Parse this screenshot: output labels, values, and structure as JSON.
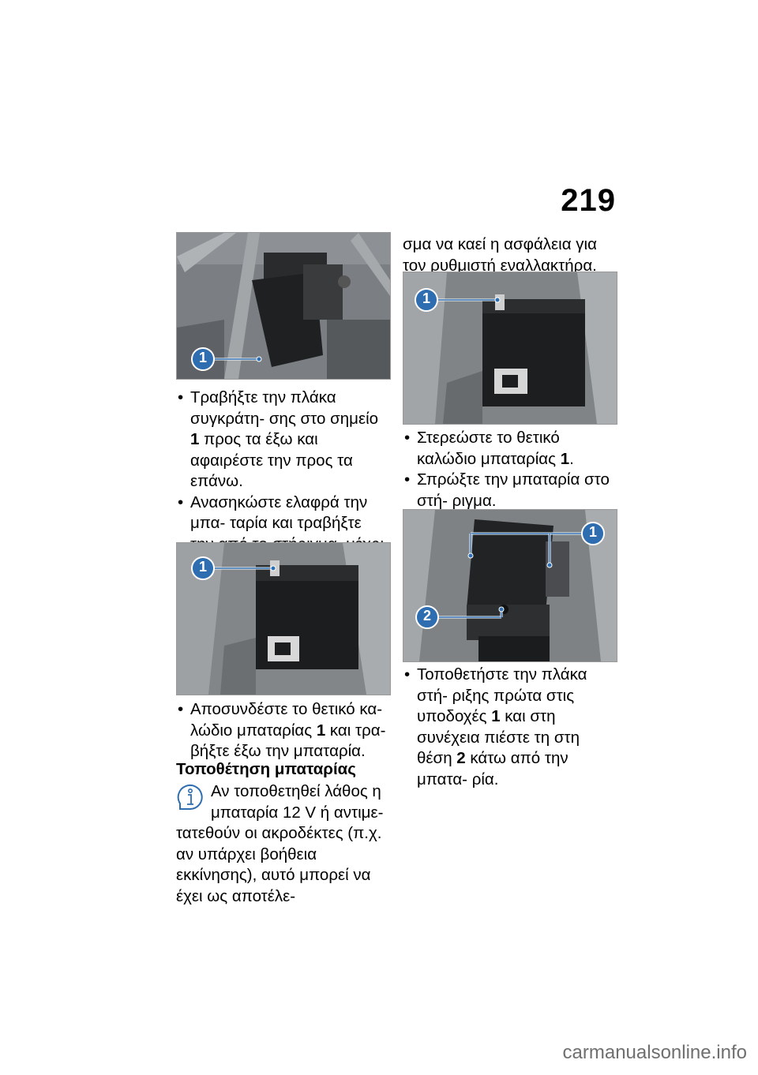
{
  "page": {
    "number": "219"
  },
  "left_column": {
    "photo1_callouts": [
      "1"
    ],
    "bullets_a": [
      {
        "pre": "Τραβήξτε την πλάκα συγκράτη- σης στο σημείο ",
        "ref": "1",
        "post": " προς τα έξω και αφαιρέστε την προς τα επάνω."
      },
      {
        "pre": "Ανασηκώστε ελαφρά την μπα- ταρία και τραβήξτε την από το στήριγμα, μέχρι να αποκτήσετε πρόσβαση στο θετικό πόλο.",
        "ref": "",
        "post": ""
      }
    ],
    "photo2_callouts": [
      "1"
    ],
    "bullets_b": [
      {
        "pre": "Αποσυνδέστε το θετικό κα- λώδιο μπαταρίας ",
        "ref": "1",
        "post": " και τρα- βήξτε έξω την μπαταρία."
      }
    ],
    "section_heading": "Τοποθέτηση μπαταρίας",
    "note_first": "Αν τοποθετηθεί λάθος η μπαταρία 12 V ή αντιμε-",
    "note_rest": "τατεθούν οι ακροδέκτες (π.χ. αν υπάρχει βοήθεια εκκίνησης), αυτό μπορεί να έχει ως αποτέλε-"
  },
  "right_column": {
    "intro_text": "σμα να καεί η ασφάλεια για τον ρυθμιστή εναλλακτήρα.",
    "photo3_callouts": [
      "1"
    ],
    "bullets_a": [
      {
        "pre": "Στερεώστε το θετικό καλώδιο μπαταρίας ",
        "ref": "1",
        "post": "."
      },
      {
        "pre": "Σπρώξτε την μπαταρία στο στή- ριγμα.",
        "ref": "",
        "post": ""
      }
    ],
    "photo4_callouts": [
      "1",
      "2"
    ],
    "bullets_b": [
      {
        "pre": "Τοποθετήστε την πλάκα στή- ριξης πρώτα στις υποδοχές ",
        "ref": "1",
        "post": " και στη συνέχεια πιέστε τη στη θέση "
      },
      {
        "pre": "",
        "ref": "2",
        "post": " κάτω από την μπατα- ρία."
      }
    ]
  },
  "icons": {
    "info": "info-icon"
  },
  "colors": {
    "callout": "#2e6db0",
    "photo_bg": "#6e7276"
  },
  "watermark": "carmanualsonline.info"
}
